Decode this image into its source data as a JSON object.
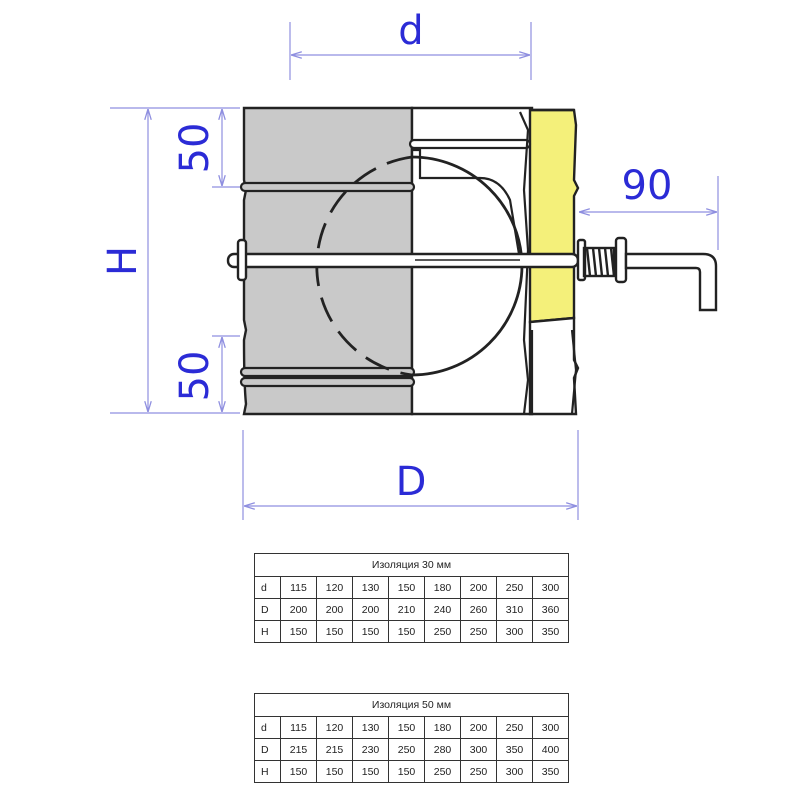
{
  "drawing": {
    "dimensions": {
      "d": "d",
      "D": "D",
      "H": "H",
      "top_50": "50",
      "bottom_50": "50",
      "handle_90": "90"
    },
    "colors": {
      "dimension_line": "#8f8fe0",
      "dimension_text": "#2b2bd6",
      "pipe_grey": "#c9c9c9",
      "insulation_yellow": "#f4f07a",
      "outline": "#222222"
    }
  },
  "tables": [
    {
      "title": "Изоляция 30 мм",
      "rows": [
        {
          "label": "d",
          "values": [
            "115",
            "120",
            "130",
            "150",
            "180",
            "200",
            "250",
            "300"
          ]
        },
        {
          "label": "D",
          "values": [
            "200",
            "200",
            "200",
            "210",
            "240",
            "260",
            "310",
            "360"
          ]
        },
        {
          "label": "H",
          "values": [
            "150",
            "150",
            "150",
            "150",
            "250",
            "250",
            "300",
            "350"
          ]
        }
      ]
    },
    {
      "title": "Изоляция 50 мм",
      "rows": [
        {
          "label": "d",
          "values": [
            "115",
            "120",
            "130",
            "150",
            "180",
            "200",
            "250",
            "300"
          ]
        },
        {
          "label": "D",
          "values": [
            "215",
            "215",
            "230",
            "250",
            "280",
            "300",
            "350",
            "400"
          ]
        },
        {
          "label": "H",
          "values": [
            "150",
            "150",
            "150",
            "150",
            "250",
            "250",
            "300",
            "350"
          ]
        }
      ]
    }
  ]
}
